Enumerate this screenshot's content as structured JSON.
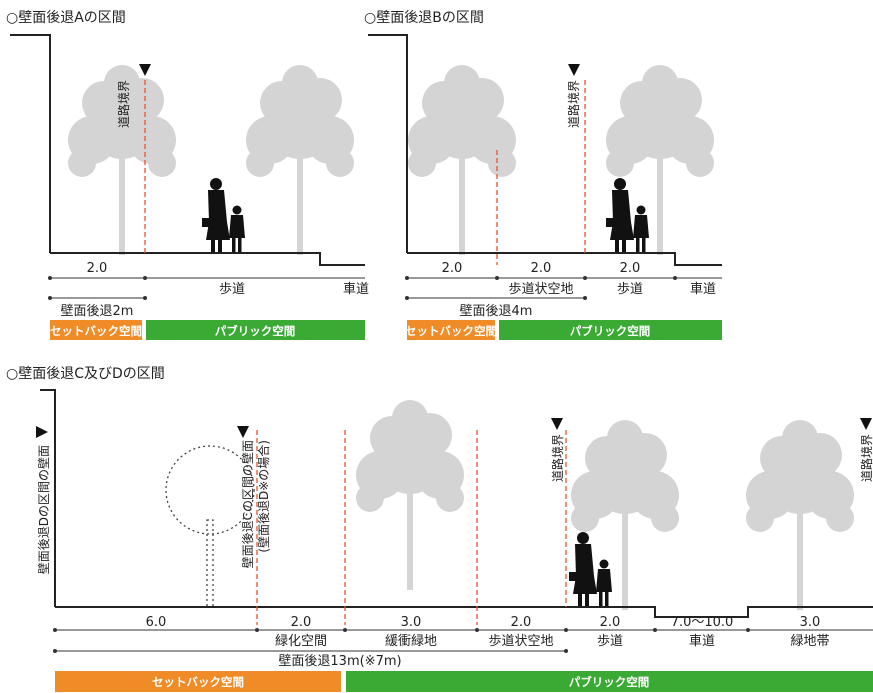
{
  "sections": {
    "a": {
      "title": "○壁面後退Aの区間",
      "boundary": "道路境界",
      "dim_setback": "2.0",
      "label_sidewalk": "歩道",
      "label_road": "車道",
      "total": "壁面後退2m",
      "band_setback": "セットバック空間",
      "band_public": "パブリック空間"
    },
    "b": {
      "title": "○壁面後退Bの区間",
      "boundary": "道路境界",
      "dim_1": "2.0",
      "dim_2": "2.0",
      "dim_3": "2.0",
      "label_2": "歩道状空地",
      "label_3": "歩道",
      "label_road": "車道",
      "total": "壁面後退4m",
      "band_setback": "セットバック空間",
      "band_public": "パブリック空間"
    },
    "cd": {
      "title": "○壁面後退C及びDの区間",
      "wall_d": "壁面後退Dの区間の壁面",
      "wall_c_1": "壁面後退Cの区間の壁面",
      "wall_c_2": "(壁面後退D※の場合)",
      "boundary_1": "道路境界",
      "boundary_2": "道路境界",
      "dims": [
        "6.0",
        "2.0",
        "3.0",
        "2.0",
        "2.0",
        "7.0〜10.0",
        "3.0"
      ],
      "labels": [
        "緑化空間",
        "緩衝緑地",
        "歩道状空地",
        "歩道",
        "車道",
        "緑地帯"
      ],
      "total": "壁面後退13m(※7m)",
      "band_setback": "セットバック空間",
      "band_public": "パブリック空間"
    }
  },
  "colors": {
    "setback": "#f08c28",
    "public": "#3aaa35",
    "boundary_line": "#e8532a",
    "tree": "#cfcfcf"
  }
}
